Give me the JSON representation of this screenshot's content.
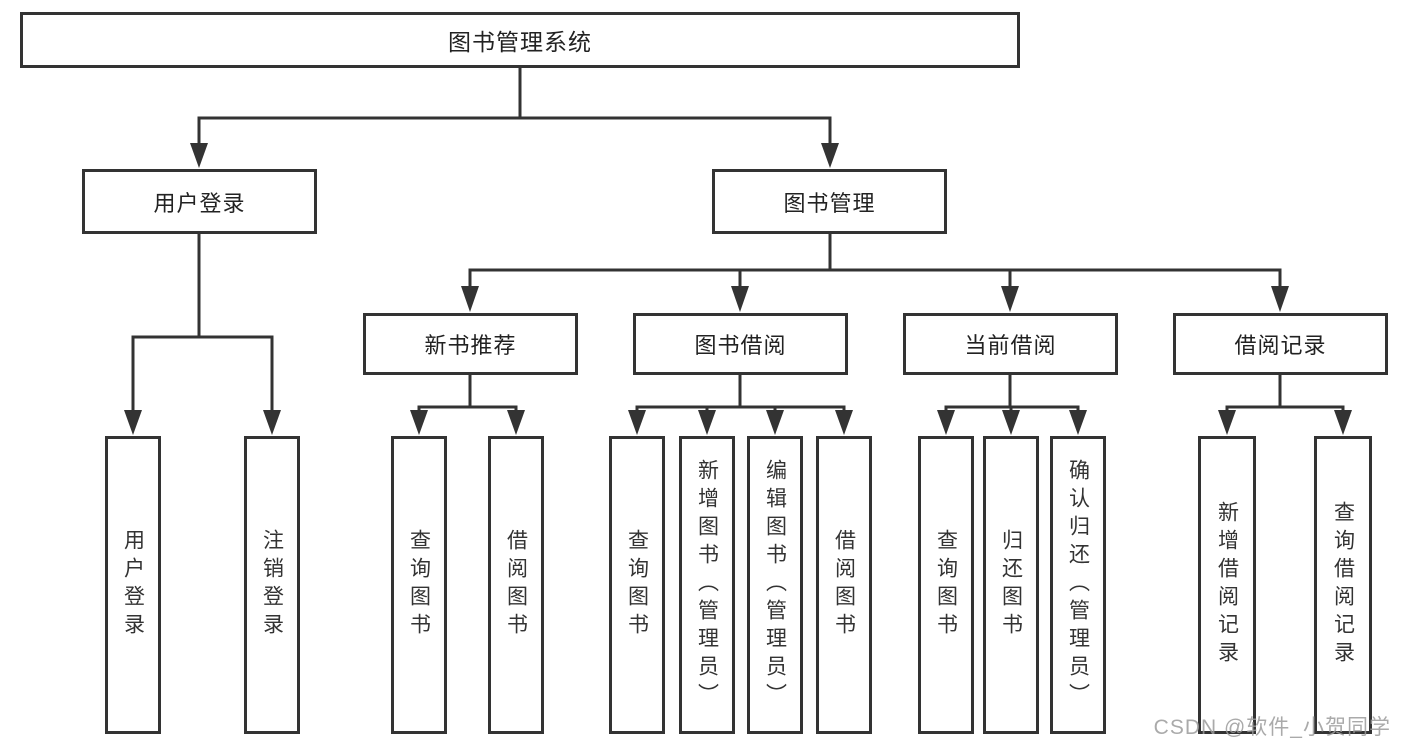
{
  "page": {
    "watermark": "CSDN @软件_小贺同学"
  },
  "colors": {
    "line": "#333333",
    "box_border": "#333333",
    "box_background": "#ffffff",
    "text": "#222222",
    "watermark": "#9b9b9b"
  },
  "tree": {
    "root": {
      "label": "图书管理系统"
    },
    "branches": [
      {
        "label": "用户登录",
        "children": [
          {
            "label": "用户登录"
          },
          {
            "label": "注销登录"
          }
        ]
      },
      {
        "label": "图书管理",
        "children": [
          {
            "label": "新书推荐",
            "children": [
              {
                "label": "查询图书"
              },
              {
                "label": "借阅图书"
              }
            ]
          },
          {
            "label": "图书借阅",
            "children": [
              {
                "label": "查询图书"
              },
              {
                "label": "新增图书（管理员）"
              },
              {
                "label": "编辑图书（管理员）"
              },
              {
                "label": "借阅图书"
              }
            ]
          },
          {
            "label": "当前借阅",
            "children": [
              {
                "label": "查询图书"
              },
              {
                "label": "归还图书"
              },
              {
                "label": "确认归还（管理员）"
              }
            ]
          },
          {
            "label": "借阅记录",
            "children": [
              {
                "label": "新增借阅记录"
              },
              {
                "label": "查询借阅记录"
              }
            ]
          }
        ]
      }
    ]
  }
}
